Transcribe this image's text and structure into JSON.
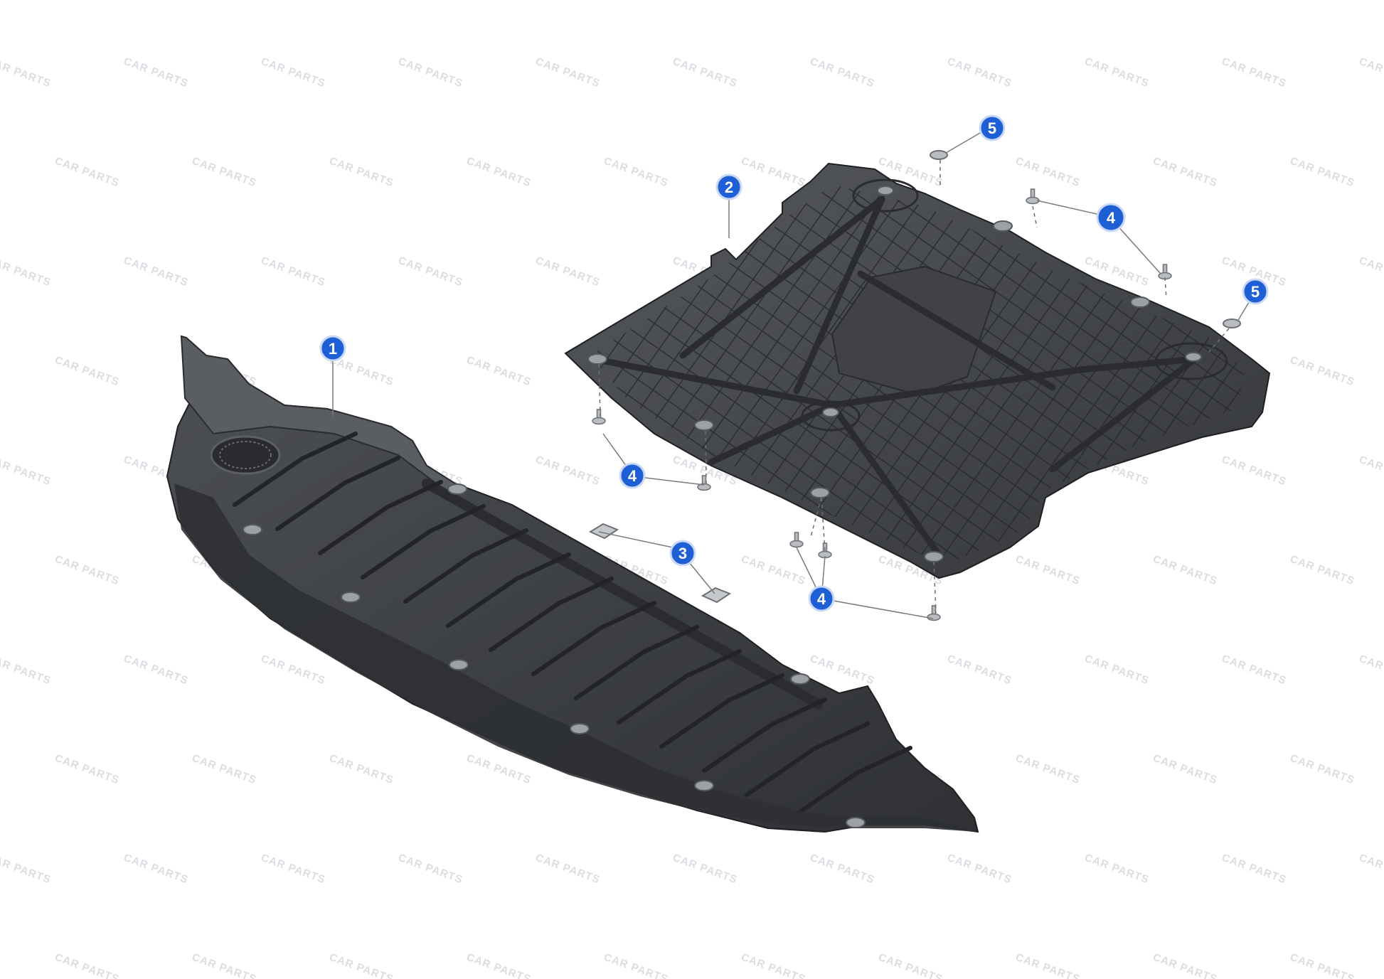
{
  "colors": {
    "background": "#ffffff",
    "callout_fill": "#1f5fd6",
    "callout_ring": "#c9d8f7",
    "leader_line": "#7a7a7a",
    "part_dark": "#3b3d40",
    "part_mid": "#4a4c50",
    "part_rib": "#26282b",
    "fastener": "#b9bdc2",
    "watermark": "#dadde2"
  },
  "watermark": {
    "text": "CAR PARTS"
  },
  "callouts": [
    {
      "id": "callout-1",
      "label": "1"
    },
    {
      "id": "callout-2",
      "label": "2"
    },
    {
      "id": "callout-3",
      "label": "3"
    },
    {
      "id": "callout-4a",
      "label": "4"
    },
    {
      "id": "callout-4b",
      "label": "4"
    },
    {
      "id": "callout-4c",
      "label": "4"
    },
    {
      "id": "callout-5a",
      "label": "5"
    },
    {
      "id": "callout-5b",
      "label": "5"
    }
  ],
  "parts": [
    {
      "id": 1,
      "icon": "front-undertray-shield-icon"
    },
    {
      "id": 2,
      "icon": "rear-underbody-panel-icon"
    },
    {
      "id": 3,
      "icon": "clip-nut-icon"
    },
    {
      "id": 4,
      "icon": "screw-bolt-icon"
    },
    {
      "id": 5,
      "icon": "washer-nut-icon"
    }
  ]
}
